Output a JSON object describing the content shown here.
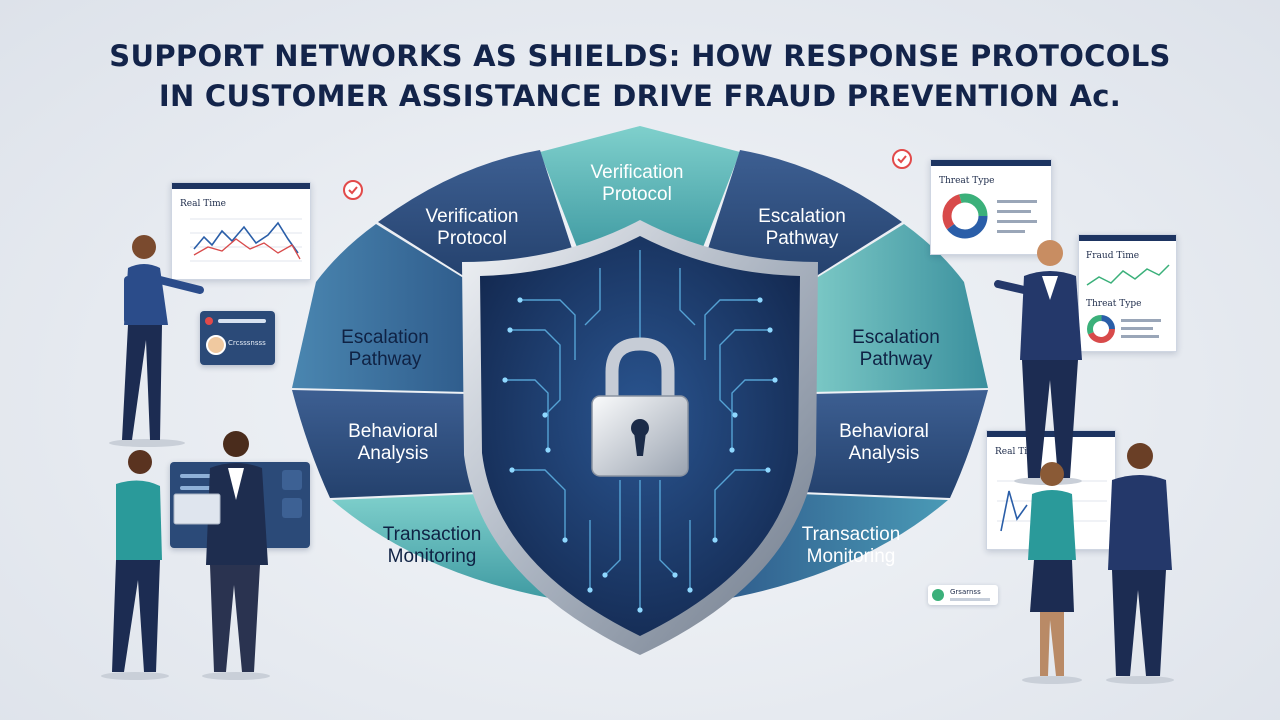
{
  "title": {
    "line1": "SUPPORT NETWORKS AS SHIELDS: HOW RESPONSE PROTOCOLS",
    "line2": "IN CUSTOMER ASSISTANCE DRIVE FRAUD PREVENTION Ac."
  },
  "wedges": {
    "top_center": {
      "line1": "Verification",
      "line2": "Protocol"
    },
    "left_top": {
      "line1": "Verification",
      "line2": "Protocol"
    },
    "right_top": {
      "line1": "Escalation",
      "line2": "Pathway"
    },
    "left_mid": {
      "line1": "Escalation",
      "line2": "Pathway"
    },
    "right_mid": {
      "line1": "Escalation",
      "line2": "Pathway"
    },
    "left_low": {
      "line1": "Behavioral",
      "line2": "Analysis"
    },
    "right_low": {
      "line1": "Behavioral",
      "line2": "Analysis"
    },
    "left_bottom": {
      "line1": "Transaction",
      "line2": "Monitoring"
    },
    "right_bottom": {
      "line1": "Transaction",
      "line2": "Monitoring"
    }
  },
  "cards": {
    "left_realtime": "Real Time",
    "right_threat": "Threat Type",
    "right_fraud": "Fraud Time",
    "right_threat2": "Threat Type",
    "right_realtime": "Real Time"
  },
  "badges": {
    "left_id": "Crcsssnsss",
    "right_pill": "Grsarnss"
  },
  "colors": {
    "navy": "#13244a",
    "wedge_dark": "#2f4e7e",
    "wedge_mid": "#3b6a96",
    "wedge_teal": "#3f9aa2",
    "wedge_light_teal": "#6dc3c2",
    "shield_circuit": "#1d3a66",
    "accent_red": "#e24a4a",
    "chart_blue": "#2a5ea8",
    "chart_green": "#3bb07a"
  },
  "icons": [
    "lock-icon",
    "check-icon",
    "shield-icon",
    "donut-chart-icon",
    "line-chart-icon",
    "avatar-icon"
  ]
}
